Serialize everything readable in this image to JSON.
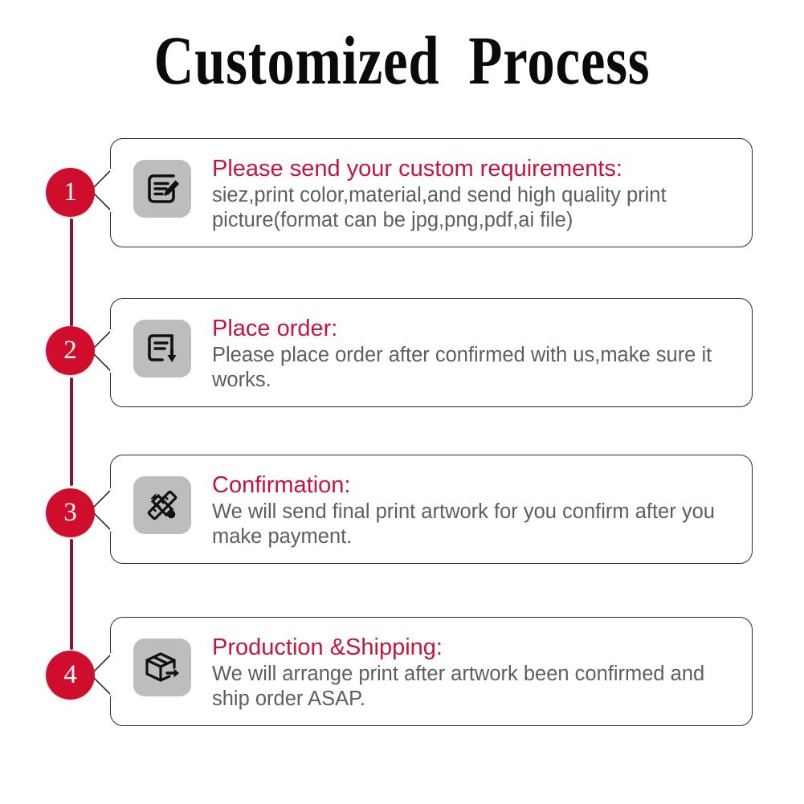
{
  "title": "Customized  Process",
  "colors": {
    "badge_red": "#cf0e2d",
    "heading_red": "#c8143a",
    "timeline_maroon": "#8d1230",
    "body_gray": "#5e5e5e",
    "icon_tile_gray": "#bdbdbd",
    "card_border": "#2b2b2b",
    "background": "#ffffff"
  },
  "steps": [
    {
      "number": "1",
      "icon": "edit-document-icon",
      "heading": "Please send your custom requirements:",
      "body": "siez,print color,material,and send high quality print picture(format can be jpg,png,pdf,ai file)"
    },
    {
      "number": "2",
      "icon": "document-download-icon",
      "heading": "Place order:",
      "body": "Please place order after confirmed with us,make sure it works."
    },
    {
      "number": "3",
      "icon": "ruler-pencil-icon",
      "heading": "Confirmation:",
      "body": "We will send final print artwork for you confirm after you make payment."
    },
    {
      "number": "4",
      "icon": "shipping-box-arrow-icon",
      "heading": "Production &Shipping:",
      "body": "We will arrange print after artwork been confirmed and ship order ASAP."
    }
  ]
}
